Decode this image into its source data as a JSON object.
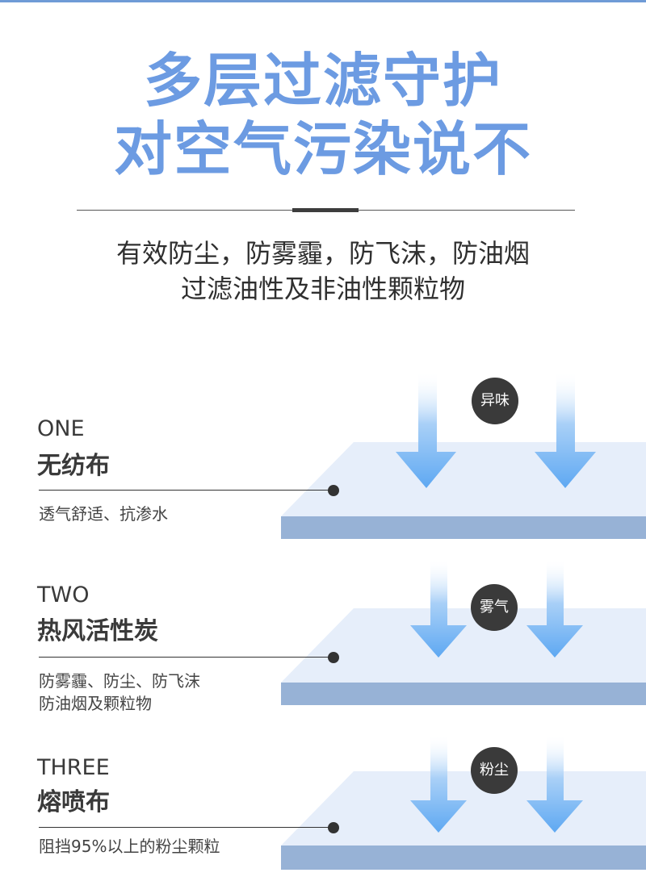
{
  "headline": {
    "line1": "多层过滤守护",
    "line2": "对空气污染说不"
  },
  "subtitle": {
    "line1": "有效防尘，防雾霾，防飞沫，防油烟",
    "line2": "过滤油性及非油性颗粒物"
  },
  "layers": [
    {
      "number": "ONE",
      "name": "无纺布",
      "desc_line1": "透气舒适、抗渗水",
      "desc_line2": "",
      "badge": "异味"
    },
    {
      "number": "TWO",
      "name": "热风活性炭",
      "desc_line1": "防雾霾、防尘、防飞沫",
      "desc_line2": "防油烟及颗粒物",
      "badge": "雾气"
    },
    {
      "number": "THREE",
      "name": "熔喷布",
      "desc_line1": "阻挡95%以上的粉尘颗粒",
      "desc_line2": "",
      "badge": "粉尘"
    }
  ],
  "colors": {
    "headline": "#6c9be2",
    "layer_top": "#e6eefa",
    "layer_side": "#97b2d6",
    "arrow": "#67adf2",
    "badge": "#3a3a3a"
  }
}
